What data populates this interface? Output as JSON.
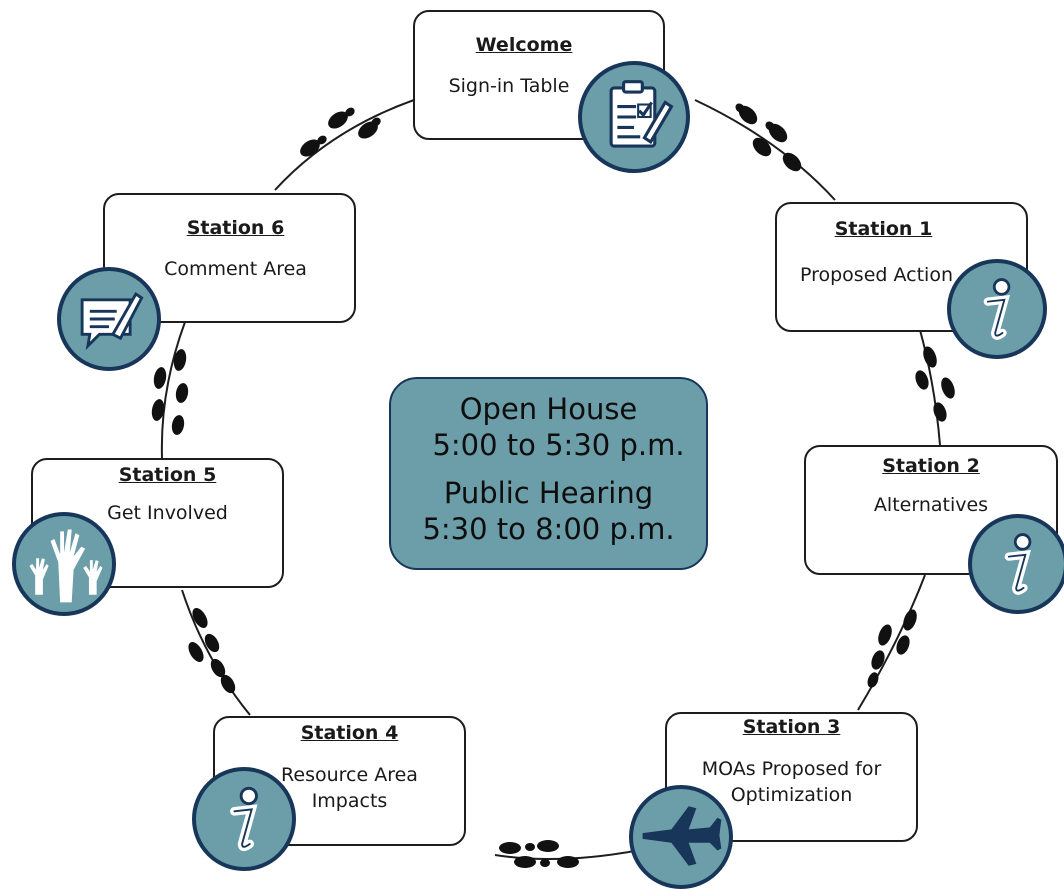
{
  "welcome": {
    "title": "Welcome",
    "subtitle": "Sign-in Table",
    "icon": "clipboard-icon"
  },
  "stations": [
    {
      "title": "Station 1",
      "subtitle": "Proposed Action",
      "icon": "info-icon"
    },
    {
      "title": "Station 2",
      "subtitle": "Alternatives",
      "icon": "info-icon"
    },
    {
      "title": "Station 3",
      "subtitle_line1": "MOAs Proposed for",
      "subtitle_line2": "Optimization",
      "icon": "jet-icon"
    },
    {
      "title": "Station 4",
      "subtitle_line1": "Resource Area",
      "subtitle_line2": "Impacts",
      "icon": "info-icon"
    },
    {
      "title": "Station 5",
      "subtitle": "Get Involved",
      "icon": "raised-hands-icon"
    },
    {
      "title": "Station 6",
      "subtitle": "Comment Area",
      "icon": "comment-icon"
    }
  ],
  "center": {
    "open_house": "Open House",
    "open_house_time": "5:00 to 5:30 p.m.",
    "public_hearing": "Public Hearing",
    "public_hearing_time": "5:30 to 8:00 p.m."
  },
  "colors": {
    "badge_fill": "#6b9ea9",
    "badge_border": "#17365a",
    "center_fill": "#6b9ea9"
  }
}
